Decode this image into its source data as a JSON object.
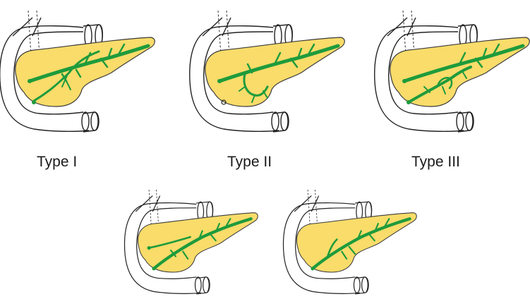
{
  "colors": {
    "pancreas": "#F9DC6A",
    "duct": "#1E9B3C",
    "outline": "#222222",
    "background": "#FFFFFF"
  },
  "panels": [
    {
      "label": "Type I"
    },
    {
      "label": "Type II"
    },
    {
      "label": "Type III"
    },
    {
      "label": ""
    },
    {
      "label": ""
    }
  ]
}
